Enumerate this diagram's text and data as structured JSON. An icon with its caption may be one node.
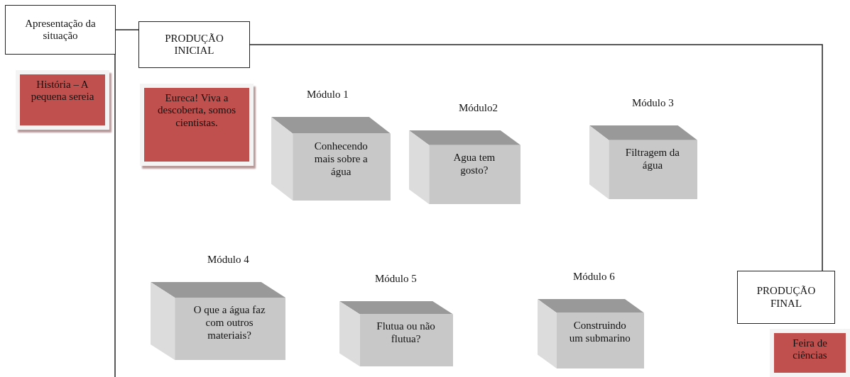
{
  "diagram": {
    "nodes": [
      {
        "text": [
          "Apresentação da situação"
        ]
      },
      {
        "text": [
          "PRODUÇÃO INICIAL"
        ]
      },
      {
        "text": [
          "História – A pequena sereia"
        ]
      },
      {
        "text": [
          "Eureca! Viva a descoberta, somos cientistas."
        ]
      },
      {
        "text": [
          "Conhecendo mais sobre a água"
        ],
        "beside": [
          "Módulo 1"
        ]
      },
      {
        "text": [
          "Agua tem gosto?"
        ],
        "beside": [
          "Módulo2"
        ]
      },
      {
        "text": [
          "Filtragem da água"
        ],
        "beside": [
          "Módulo 3"
        ]
      },
      {
        "text": [
          "O que a água faz com outros materiais?"
        ],
        "beside": [
          "Módulo 4"
        ]
      },
      {
        "text": [
          "Flutua ou não flutua?"
        ],
        "beside": [
          "Módulo 5"
        ]
      },
      {
        "text": [
          "Construindo um submarino"
        ],
        "beside": [
          "Módulo 6"
        ]
      },
      {
        "text": [
          "PRODUÇÃO FINAL"
        ]
      },
      {
        "text": [
          "Feira de ciências"
        ]
      }
    ],
    "edges": [
      {
        "from": 0,
        "to": 1,
        "arrow": "none"
      },
      {
        "from": 1,
        "to": 10,
        "arrow": "none"
      },
      {
        "from": 0,
        "to": null,
        "arrow": "none"
      }
    ]
  }
}
